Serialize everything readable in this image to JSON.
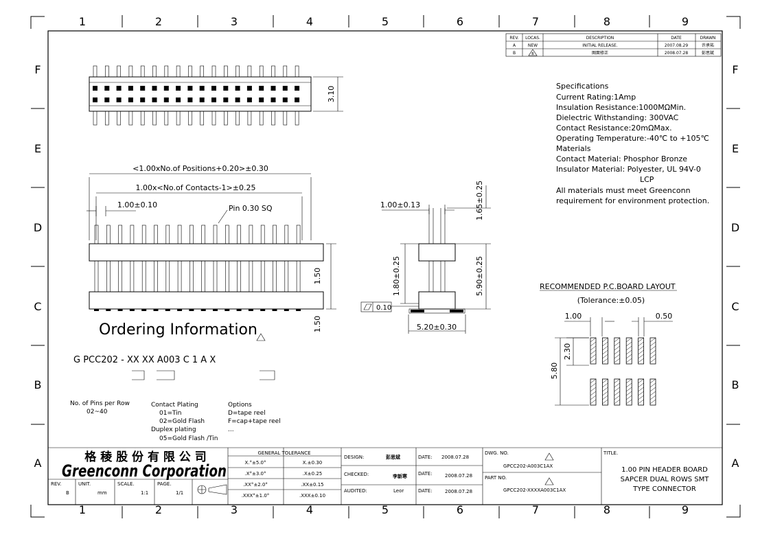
{
  "grid": {
    "columns": [
      "1",
      "2",
      "3",
      "4",
      "5",
      "6",
      "7",
      "8",
      "9"
    ],
    "rows": [
      "F",
      "E",
      "D",
      "C",
      "B",
      "A"
    ]
  },
  "revision_table": {
    "headers": [
      "REV.",
      "LOCAS.",
      "DESCRIPTION",
      "DATE",
      "DRAWN"
    ],
    "rows": [
      [
        "A",
        "NEW",
        "INITIAL RELEASE.",
        "2007.08.29",
        "许承祐"
      ],
      [
        "B",
        "B",
        "图面修正",
        "2008.07.28",
        "彭思斌"
      ]
    ]
  },
  "specs": {
    "lines": [
      "Specifications",
      "Current Rating:1Amp",
      "Insulation Resistance:1000MΩMin.",
      "Dielectric Withstanding:   300VAC",
      "Contact Resistance:20mΩMax.",
      "Operating Temperature:-40℃ to +105℃",
      "Materials",
      "Contact Material: Phosphor Bronze",
      "Insulator Material: Polyester, UL 94V-0",
      "LCP",
      "All materials must meet Greenconn",
      "requirement for environment protection."
    ]
  },
  "dims": {
    "top_height": "3.10",
    "overall_length": "<1.00xNo.of Positions+0.20>±0.30",
    "contacts_length": "1.00x<No.of Contacts-1>±0.25",
    "pitch": "1.00±0.10",
    "pin": "Pin 0.30 SQ",
    "front_1": "1.50",
    "front_2": "1.50",
    "side_pitch": "1.00±0.13",
    "side_top": "1.65±0.25",
    "side_h1": "1.80±0.25",
    "side_h2": "5.90±0.25",
    "side_width": "5.20±0.30",
    "flatness": "0.10"
  },
  "pcb": {
    "title": "RECOMMENDED P.C.BOARD LAYOUT",
    "tolerance": "(Tolerance:±0.05)",
    "pitch": "1.00",
    "pad_width": "0.50",
    "pad_len": "2.30",
    "span": "5.80"
  },
  "ordering": {
    "title": "Ordering Information",
    "code": "G PCC202 - XX  XX  A003  C  1  A  X",
    "pins_label": "No. of Pins per Row",
    "pins_range": "02~40",
    "plating_label": "Contact Plating",
    "plating_1": "01=Tin",
    "plating_2": "02=Gold Flash",
    "duplex_label": "Duplex plating",
    "duplex_1": "05=Gold Flash /Tin",
    "options_label": "Options",
    "option_1": "D=tape reel",
    "option_2": "F=cap+tape reel",
    "option_3": "..."
  },
  "title_block": {
    "company_cn": "格 稜 股 份 有 限 公 司",
    "company_en": "Greenconn Corporation",
    "tol_title": "GENERAL TOLERANCE",
    "tol": [
      [
        "X.°±5.0°",
        "X.±0.30"
      ],
      [
        ".X°±3.0°",
        ".X±0.25"
      ],
      [
        ".XX°±2.0°",
        ".XX±0.15"
      ],
      [
        ".XXX°±1.0°",
        ".XXX±0.10"
      ]
    ],
    "rev_label": "REV.",
    "rev_val": "B",
    "unit_label": "UNIT.",
    "unit_val": "mm",
    "scale_label": "SCALE.",
    "scale_val": "1:1",
    "page_label": "PAGE.",
    "page_val": "1/1",
    "design_label": "DESIGN:",
    "design_val": "彭思斌",
    "checked_label": "CHECKED:",
    "checked_val": "李新寒",
    "audited_label": "AUDITED:",
    "audited_val": "Leor",
    "date_label": "DATE:",
    "date_1": "2008.07.28",
    "date_2": "2008.07.28",
    "date_3": "2008.07.28",
    "dwg_label": "DWG. NO.",
    "dwg_val": "GPCC202-A003C1AX",
    "part_label": "PART NO.",
    "part_val": "GPCC202-XXXXA003C1AX",
    "title_label": "TITLE.",
    "title_1": "1.00 PIN HEADER BOARD",
    "title_2": "SAPCER DUAL ROWS SMT",
    "title_3": "TYPE CONNECTOR"
  },
  "rev_marker": "B"
}
